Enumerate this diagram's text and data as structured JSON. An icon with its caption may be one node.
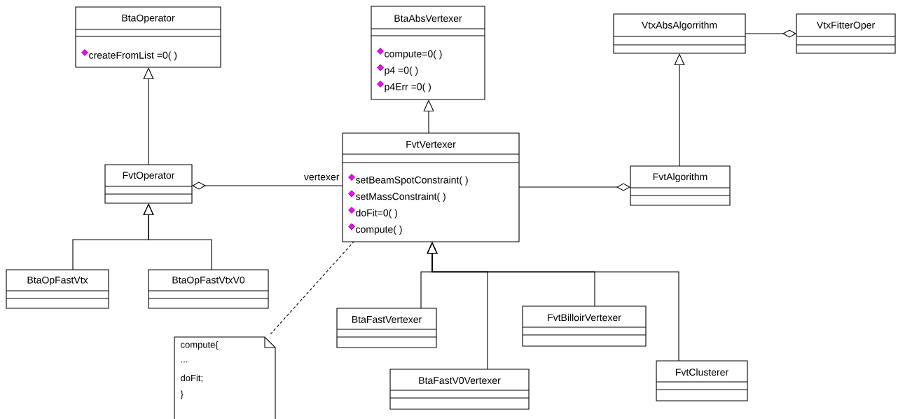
{
  "diagram": {
    "nodes": [
      {
        "text": [
          "BtaOperator",
          "createFromList =0( )"
        ]
      },
      {
        "text": [
          "BtaAbsVertexer",
          "compute=0( )",
          "p4 =0( )",
          "p4Err =0( )"
        ]
      },
      {
        "text": [
          "VtxAbsAlgorrithm"
        ]
      },
      {
        "text": [
          "VtxFitterOper"
        ]
      },
      {
        "text": [
          "FvtOperator"
        ]
      },
      {
        "text": [
          "FvtVertexer",
          "setBeamSpotConstraint( )",
          "setMassConstraint( )",
          "doFit=0( )",
          "compute( )"
        ]
      },
      {
        "text": [
          "FvtAlgorithm"
        ]
      },
      {
        "text": [
          "BtaOpFastVtx"
        ]
      },
      {
        "text": [
          "BtaOpFastVtxV0"
        ]
      },
      {
        "text": [
          "BtaFastVertexer"
        ]
      },
      {
        "text": [
          "BtaFastV0Vertexer"
        ]
      },
      {
        "text": [
          "FvtBilloirVertexer"
        ]
      },
      {
        "text": [
          "FvtClusterer"
        ]
      },
      {
        "text": [
          "compute{",
          "...",
          "doFit;",
          "}"
        ]
      }
    ],
    "edges": [
      {
        "from": 4,
        "to": 0,
        "arrow": "to"
      },
      {
        "from": 7,
        "to": 4,
        "arrow": "to"
      },
      {
        "from": 8,
        "to": 4,
        "arrow": "to"
      },
      {
        "from": 5,
        "to": 4,
        "arrow": "other",
        "label": "vertexer"
      },
      {
        "from": 5,
        "to": 1,
        "arrow": "to"
      },
      {
        "from": 9,
        "to": 5,
        "arrow": "to"
      },
      {
        "from": 10,
        "to": 5,
        "arrow": "to"
      },
      {
        "from": 11,
        "to": 5,
        "arrow": "to"
      },
      {
        "from": 12,
        "to": 5,
        "arrow": "to"
      },
      {
        "from": 5,
        "to": 6,
        "arrow": "other"
      },
      {
        "from": 6,
        "to": 2,
        "arrow": "to"
      },
      {
        "from": 2,
        "to": 3,
        "arrow": "other"
      },
      {
        "from": 13,
        "to": 5,
        "arrow": "none",
        "style": "dashed"
      }
    ]
  }
}
